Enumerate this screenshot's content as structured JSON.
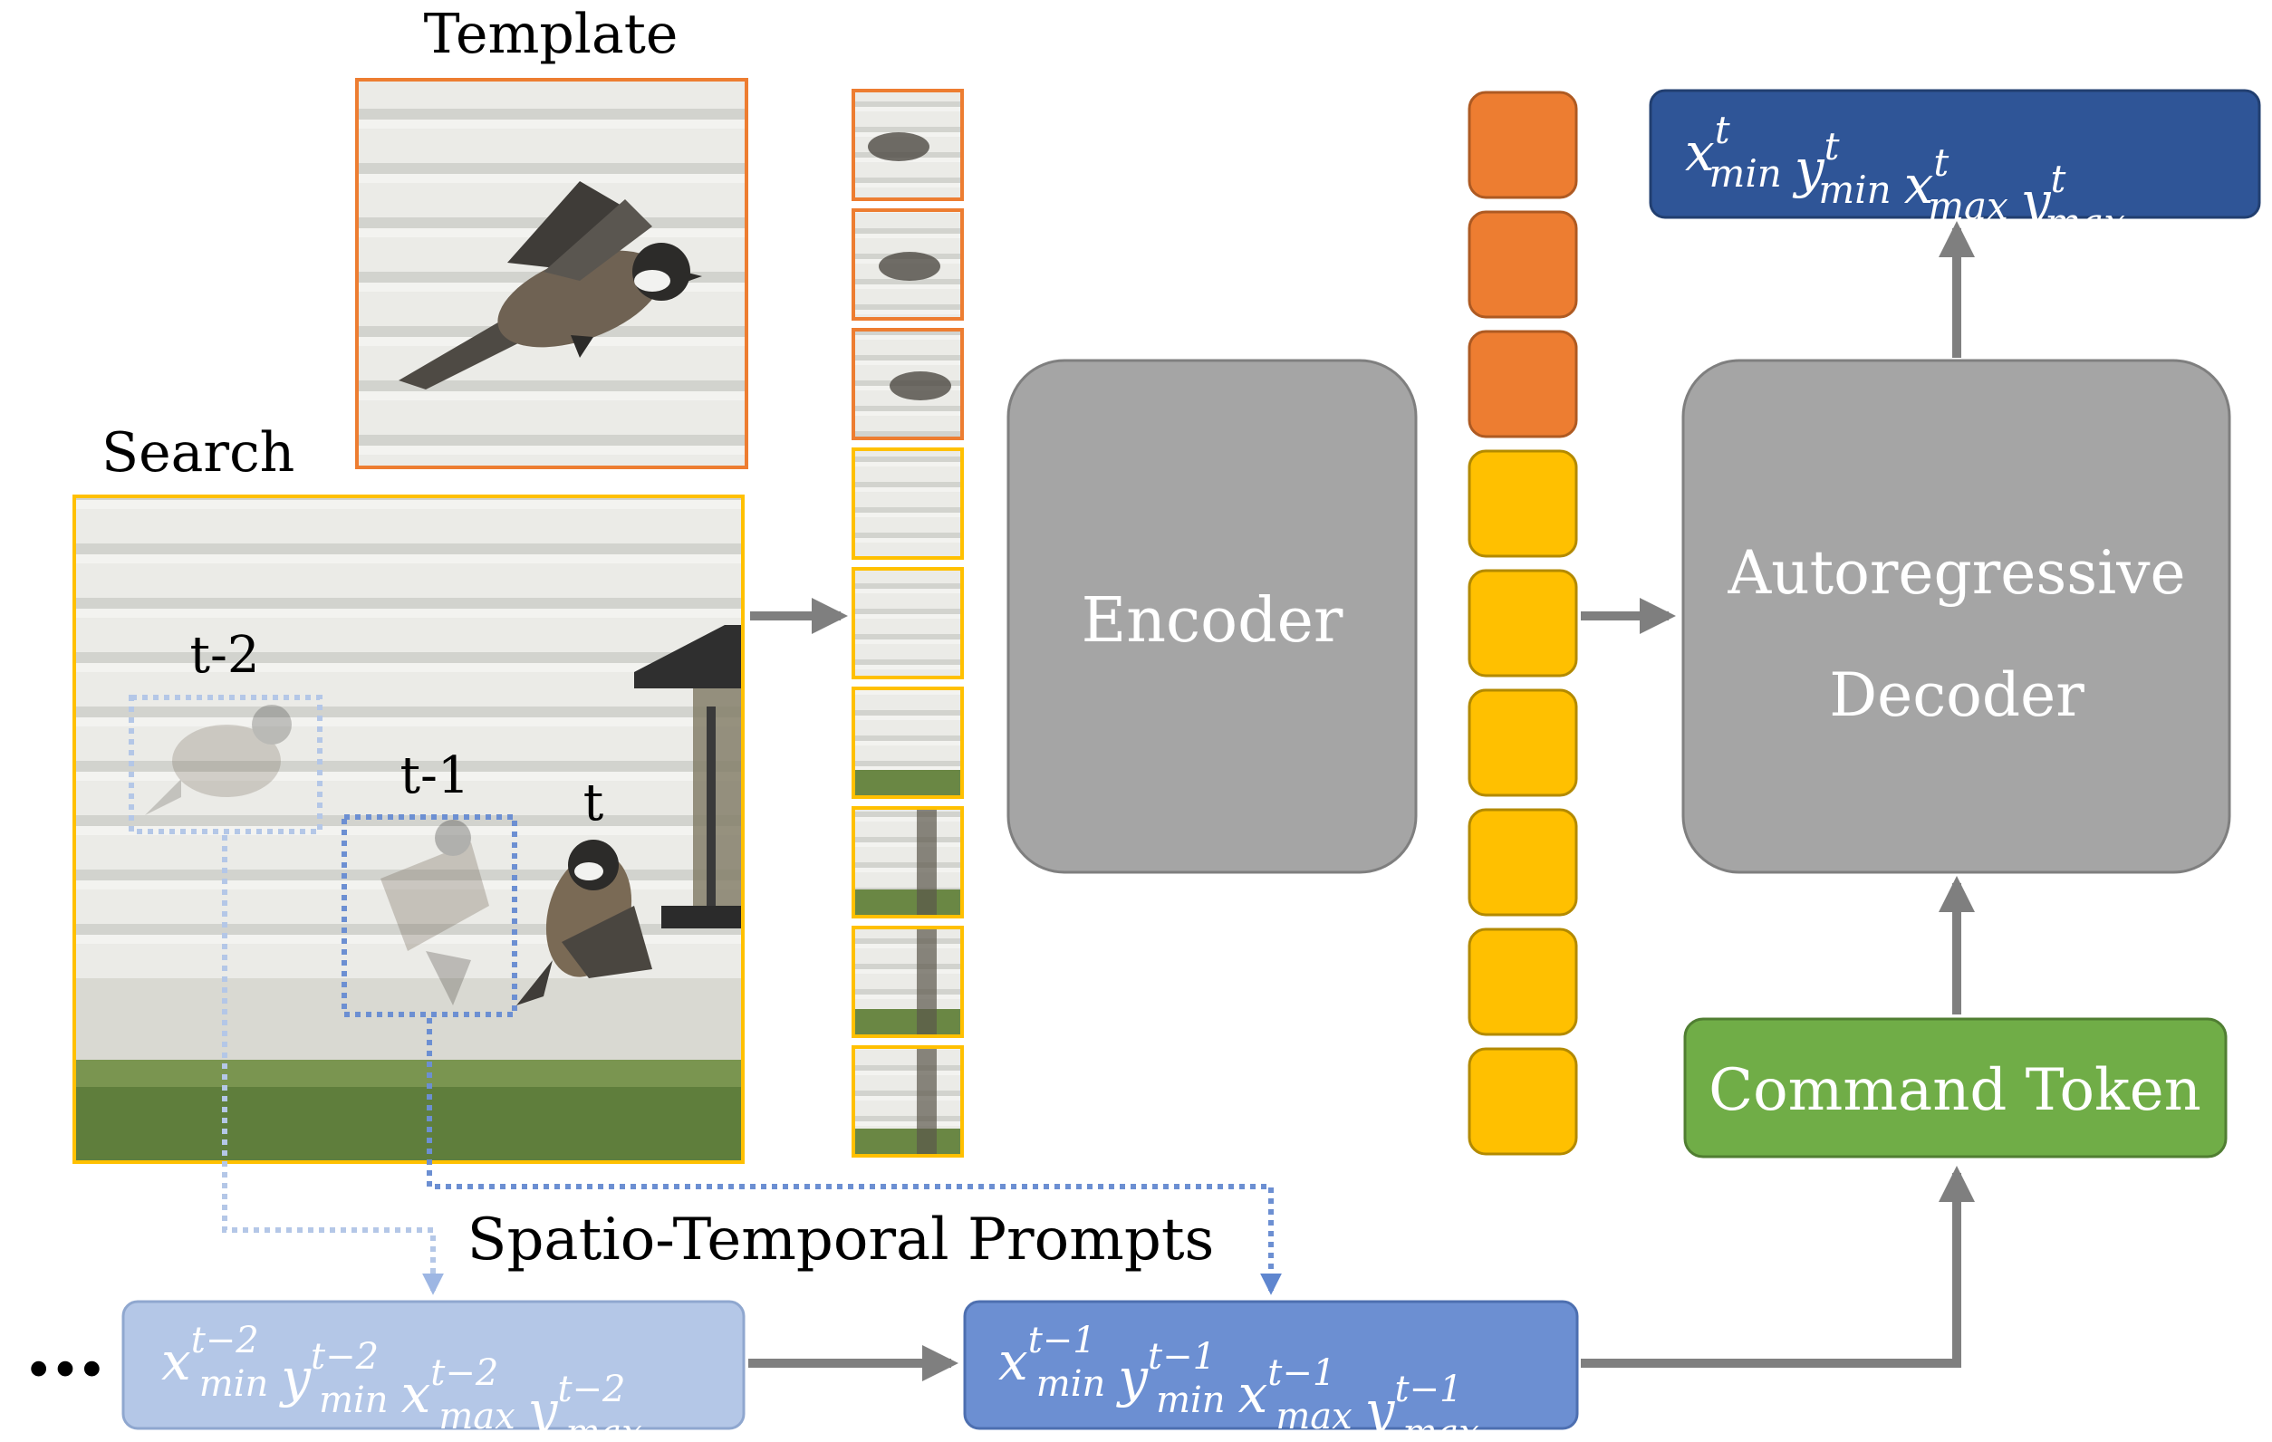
{
  "labels": {
    "template": "Template",
    "search": "Search",
    "t_minus_2": "t-2",
    "t_minus_1": "t-1",
    "t": "t",
    "prompts": "Spatio-Temporal Prompts",
    "ellipsis": "…"
  },
  "blocks": {
    "encoder": "Encoder",
    "decoder_line1": "Autoregressive",
    "decoder_line2": "Decoder",
    "command_token": "Command Token"
  },
  "coords": {
    "output": {
      "sup": "t"
    },
    "prev1": {
      "sup": "t−1"
    },
    "prev2": {
      "sup": "t−2"
    },
    "x": "x",
    "y": "y",
    "min": "min",
    "max": "max"
  },
  "colors": {
    "template_orange": "#ED7D31",
    "search_yellow": "#FFC000",
    "block_gray": "#A5A5A5",
    "output_blue": "#2F5597",
    "prev1_blue": "#6C8FD2",
    "prev2_blue": "#B4C7E7",
    "command_green": "#70AD47",
    "arrow_gray": "#7F7F7F"
  },
  "patches": {
    "template_count": 3,
    "search_count": 6
  },
  "tokens": {
    "template_count": 3,
    "search_count": 6
  }
}
